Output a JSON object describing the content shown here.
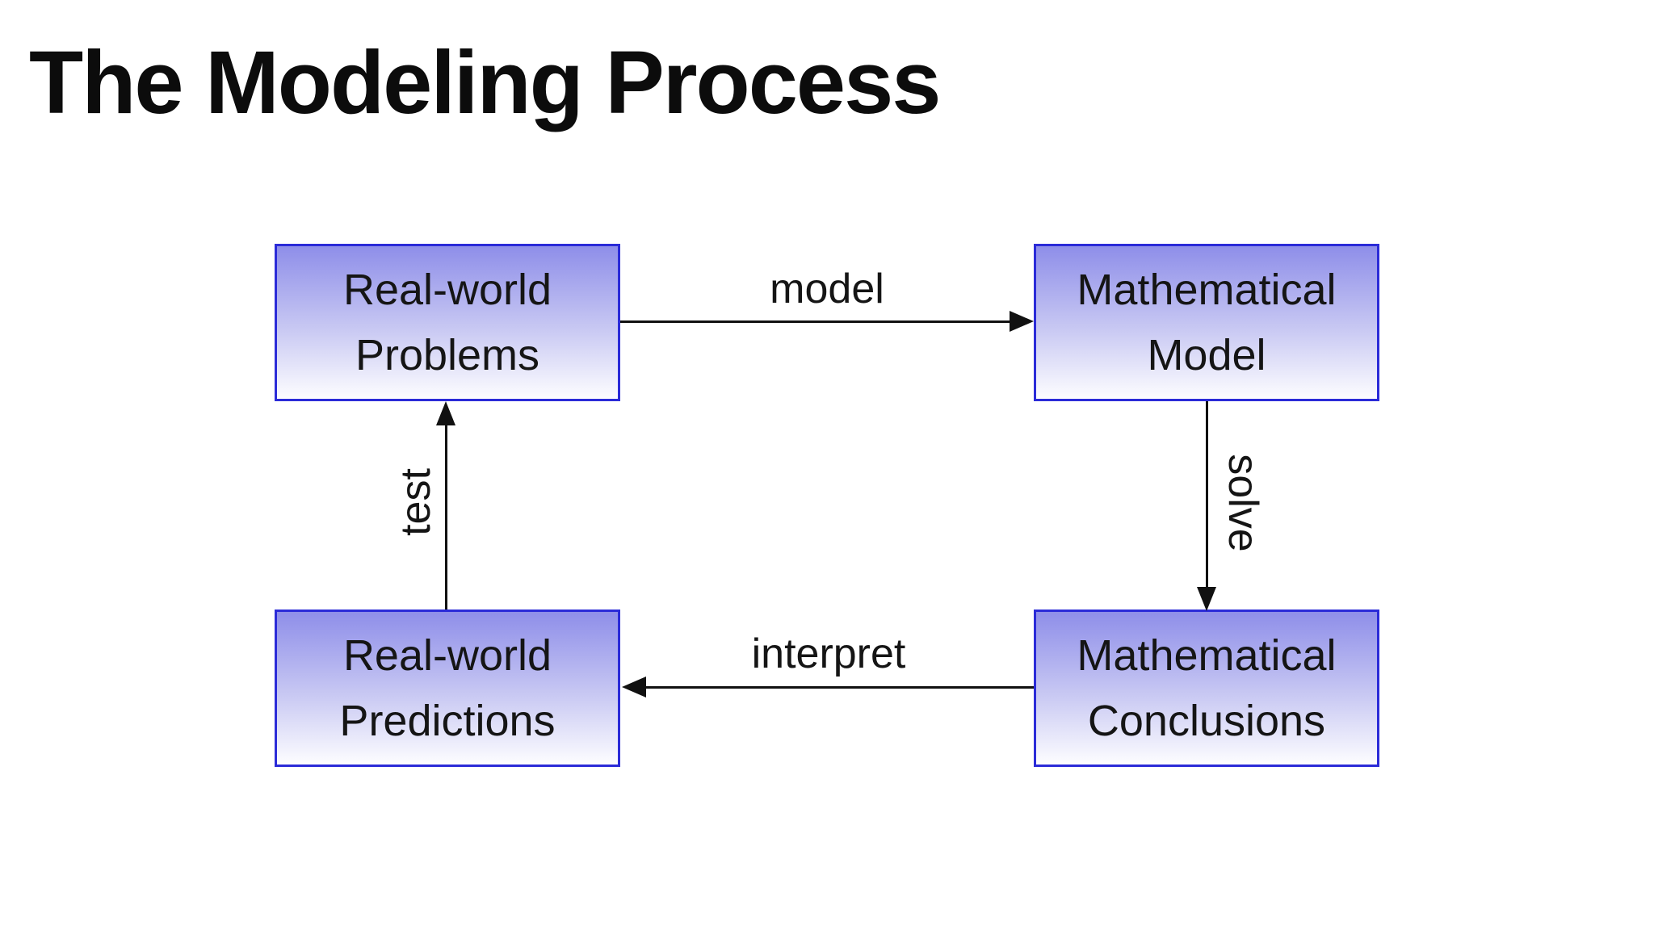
{
  "slide": {
    "title": "The Modeling Process"
  },
  "diagram": {
    "nodes": [
      {
        "name": "real-world-problems",
        "lines": [
          "Real-world",
          "Problems"
        ],
        "position": "top-left"
      },
      {
        "name": "mathematical-model",
        "lines": [
          "Mathematical",
          "Model"
        ],
        "position": "top-right"
      },
      {
        "name": "mathematical-conclusions",
        "lines": [
          "Mathematical",
          "Conclusions"
        ],
        "position": "bottom-right"
      },
      {
        "name": "real-world-predictions",
        "lines": [
          "Real-world",
          "Predictions"
        ],
        "position": "bottom-left"
      }
    ],
    "edges": [
      {
        "name": "model",
        "label": "model",
        "from": "real-world-problems",
        "to": "mathematical-model",
        "direction": "right"
      },
      {
        "name": "solve",
        "label": "solve",
        "from": "mathematical-model",
        "to": "mathematical-conclusions",
        "direction": "down"
      },
      {
        "name": "interpret",
        "label": "interpret",
        "from": "mathematical-conclusions",
        "to": "real-world-predictions",
        "direction": "left"
      },
      {
        "name": "test",
        "label": "test",
        "from": "real-world-predictions",
        "to": "real-world-problems",
        "direction": "up"
      }
    ],
    "colors": {
      "node_border": "#2b2bd8",
      "node_gradient_top": "#8e8ee9",
      "node_gradient_bottom": "#fdfdff",
      "arrow": "#111111",
      "text": "#151515",
      "title_text": "#0c0c0c",
      "background": "#ffffff"
    }
  }
}
